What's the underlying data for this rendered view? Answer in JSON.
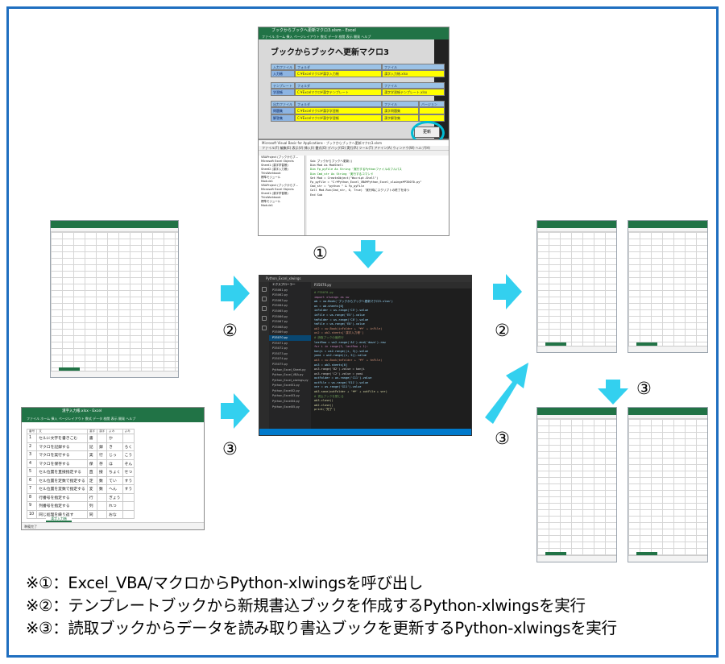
{
  "colors": {
    "frame": "#1f6fc0",
    "arrow": "#33d0ef",
    "excel_green": "#217346"
  },
  "markers": {
    "one": "①",
    "two": "②",
    "three": "③"
  },
  "top_excel": {
    "window_title": "ブックからブックへ更新マクロ3.xlsm - Excel",
    "menu": "ファイル  ホーム  挿入  ページレイアウト  数式  データ  校閲  表示  開発  ヘルプ",
    "heading": "ブックからブックへ更新マクロ3",
    "input_label": "入力ファイル",
    "folder_label": "フォルダ",
    "file_label": "ファイル",
    "row_input": {
      "name": "入力帳",
      "folder": "C:¥Excelマクロ¥漢字入力帳",
      "file": "漢字入力帳.xlsx"
    },
    "template_label": "テンプレート",
    "row_template": {
      "name": "学習帳",
      "folder": "C:¥Excelマクロ¥漢字テンプレート",
      "file": "漢字学習帳テンプレート.xlsx"
    },
    "output_label": "出力ファイル",
    "version_label": "バージョン",
    "row_out1": {
      "name": "問題集",
      "folder": "C:¥Excelマクロ¥漢字学習帳",
      "file": "漢字問題集"
    },
    "row_out2": {
      "name": "解答集",
      "folder": "C:¥Excelマクロ¥漢字学習帳",
      "file": "漢字解答集"
    },
    "update_button": "更新"
  },
  "vbe": {
    "title": "Microsoft Visual Basic for Applications - ブックからブックへ更新マクロ3.xlsm",
    "menu": "ファイル(F)  編集(E)  表示(V)  挿入(I)  書式(O)  デバッグ(D)  実行(R)  ツール(T)  アドイン(A)  ウィンドウ(W)  ヘルプ(H)",
    "project_items": [
      "VBAProject (ブックからブ...",
      "Microsoft Excel Objects",
      "Sheet1 (漢字学習帳)",
      "Sheet2 (漢字入力帳)",
      "ThisWorkbook",
      "標準モジュール",
      "Module1",
      "VBAProject (ブックからブ...",
      "Microsoft Excel Objects",
      "Sheet1 (漢字学習帳)",
      "ThisWorkbook",
      "標準モジュール",
      "Module1"
    ],
    "code_lines": [
      "Sub ブックからブックへ更新()",
      "    Dim Mod As ModShell",
      "    Dim Fp_pyFile As String   '実行するPythonファイルのフルパス",
      "    Dim Cmd_str As String     '実行するコマンド",
      "",
      "    Set Mod = CreateObject(\"Wscript.Shell\")",
      "",
      "    Fp_pyFile = \"C:¥Python_Excel_VBA¥Python_Excel_xlwings¥P35070.py\"",
      "",
      "    Cmd_str = \"python \" & Fp_pyFile",
      "",
      "    Call Mod.Run(Cmd_str, 0, True)  '実行時にスクリプトの終了を待つ",
      "End Sub"
    ]
  },
  "vscode": {
    "title": "Python_Excel_xlwings",
    "tab": "P35070.py",
    "explorer_title": "エクスプローラー",
    "files": [
      "P35061.py",
      "P35062.py",
      "P35063.py",
      "P35064.py",
      "P35065.py",
      "P35066.py",
      "P35067.py",
      "P35068.py",
      "P35069.py",
      "P35070.py",
      "P35071.py",
      "P35072.py",
      "P35073.py",
      "P35074.py",
      "P35075.py",
      "Python_Excel_Sheet.py",
      "Python_Excel_VBA.py",
      "Python_Excel_xlwings.py",
      "Python_Excel01.py",
      "Python_Excel02.py",
      "Python_Excel03.py",
      "Python_Excel04.py",
      "Python_Excel05.py"
    ],
    "code_lines": [
      "# P35070.py",
      "import xlwings as xw",
      "wb = xw.Book('ブックからブックへ更新マクロ3.xlsm')",
      "ws = wb.sheets[0]",
      "inFolder = ws.range('C5').value",
      "inFile = ws.range('E5').value",
      "tmFolder = ws.range('C8').value",
      "tmFile = ws.range('E8').value",
      "wb2 = xw.Book(inFolder + '¥¥' + inFile)",
      "ws2 = wb2.sheets['漢字入力帳']",
      "# 読取ブックの最終行",
      "lastRow = ws2.range('A1').end('down').row",
      "for i in range(3, lastRow + 1):",
      "    kanji = ws2.range((i, 3)).value",
      "    yomi = ws2.range((i, 5)).value",
      "    wb3 = xw.Book(tmFolder + '¥¥' + tmFile)",
      "    ws3 = wb3.sheets[0]",
      "    ws3.range('B2').value = kanji",
      "    ws3.range('C2').value = yomi",
      "outFolder = ws.range('C11').value",
      "outFile = ws.range('E11').value",
      "ver = ws.range('G11').value",
      "wb3.save(outFolder + '¥¥' + outFile + ver)",
      "# 書込ブックを閉じる",
      "wb3.close()",
      "wb2.close()",
      "print('完了')"
    ]
  },
  "input_excel": {
    "window_title": "漢字入力帳.xlsx - Excel",
    "menu": "ファイル  ホーム  挿入  ページレイアウト  数式  データ  校閲  表示  開発  ヘルプ",
    "header": [
      "番号",
      "文",
      "漢字",
      "漢字",
      "よみ",
      "よみ"
    ],
    "rows": [
      {
        "no": "1",
        "text": "セルに文字を書きこむ",
        "k1": "書",
        "k2": "",
        "y1": "か",
        "y2": ""
      },
      {
        "no": "2",
        "text": "マクロを記録する",
        "k1": "記",
        "k2": "録",
        "y1": "き",
        "y2": "ろく"
      },
      {
        "no": "3",
        "text": "マクロを実行する",
        "k1": "実",
        "k2": "行",
        "y1": "じっ",
        "y2": "こう"
      },
      {
        "no": "4",
        "text": "マクロを保存する",
        "k1": "保",
        "k2": "存",
        "y1": "ほ",
        "y2": "ぞん"
      },
      {
        "no": "5",
        "text": "セル位置を直接指定する",
        "k1": "直",
        "k2": "接",
        "y1": "ちょく",
        "y2": "せつ"
      },
      {
        "no": "6",
        "text": "セル位置を定数で指定する",
        "k1": "定",
        "k2": "数",
        "y1": "てい",
        "y2": "すう"
      },
      {
        "no": "7",
        "text": "セル位置を変数で指定する",
        "k1": "変",
        "k2": "数",
        "y1": "へん",
        "y2": "すう"
      },
      {
        "no": "8",
        "text": "行番号を指定する",
        "k1": "行",
        "k2": "",
        "y1": "ぎょう",
        "y2": ""
      },
      {
        "no": "9",
        "text": "列番号を指定する",
        "k1": "列",
        "k2": "",
        "y1": "れつ",
        "y2": ""
      },
      {
        "no": "10",
        "text": "同じ処理を繰り返す",
        "k1": "同",
        "k2": "",
        "y1": "おな",
        "y2": ""
      }
    ],
    "sheet_tab": "漢字入力帳",
    "status": "準備完了"
  },
  "notes": [
    "※①：Excel_VBA/マクロからPython-xlwingsを呼び出し",
    "※②：テンプレートブックから新規書込ブックを作成するPython-xlwingsを実行",
    "※③：読取ブックからデータを読み取り書込ブックを更新するPython-xlwingsを実行"
  ]
}
